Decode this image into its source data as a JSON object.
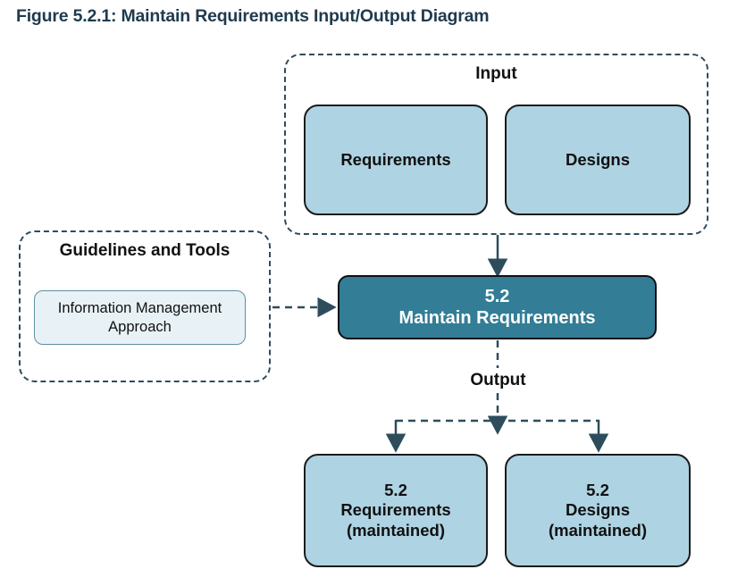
{
  "figure": {
    "title": "Figure 5.2.1: Maintain Requirements Input/Output Diagram"
  },
  "input_group": {
    "label": "Input",
    "boxes": [
      {
        "label": "Requirements"
      },
      {
        "label": "Designs"
      }
    ]
  },
  "guidelines_group": {
    "label": "Guidelines and Tools",
    "boxes": [
      {
        "label": "Information Management Approach"
      }
    ]
  },
  "process": {
    "number": "5.2",
    "name": "Maintain Requirements"
  },
  "output_group": {
    "label": "Output",
    "boxes": [
      {
        "number": "5.2",
        "name": "Requirements",
        "qualifier": "(maintained)"
      },
      {
        "number": "5.2",
        "name": "Designs",
        "qualifier": "(maintained)"
      }
    ]
  },
  "connectors": [
    {
      "name": "input-to-process",
      "style": "solid-arrow-down"
    },
    {
      "name": "guidelines-to-process",
      "style": "dashed-arrow-right"
    },
    {
      "name": "process-to-output",
      "style": "dashed-arrow-down"
    },
    {
      "name": "output-bus-to-requirements",
      "style": "dashed-arrow-down"
    },
    {
      "name": "output-bus-to-designs",
      "style": "dashed-arrow-down"
    }
  ],
  "colors": {
    "title_text": "#1f3a4d",
    "data_box_fill": "#aed3e3",
    "process_box_fill": "#337d96",
    "process_box_text": "#ffffff",
    "guideline_box_fill": "#e8f2f6",
    "dashed_border": "#2e4d5c",
    "connector": "#2e4d5c"
  }
}
